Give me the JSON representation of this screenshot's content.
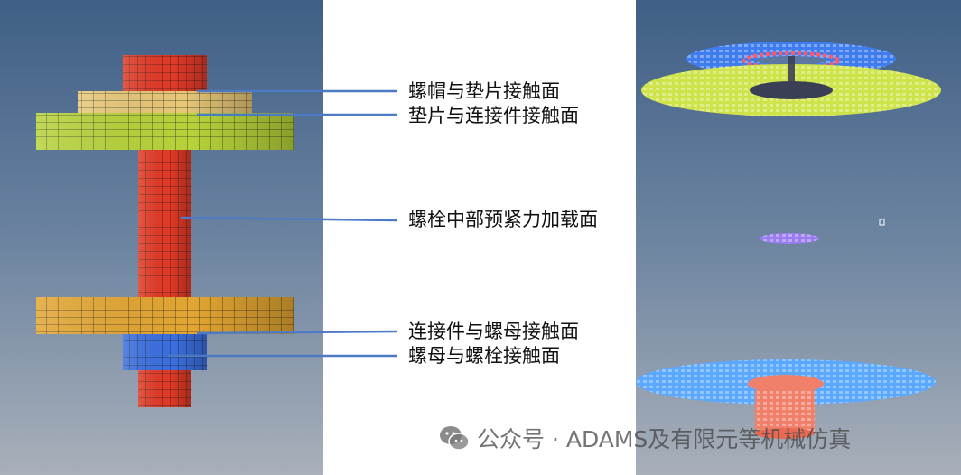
{
  "annotations": [
    {
      "text": "螺帽与垫片接触面"
    },
    {
      "text": "垫片与连接件接触面"
    },
    {
      "text": "螺栓中部预紧力加载面"
    },
    {
      "text": "连接件与螺母接触面"
    },
    {
      "text": "螺母与螺栓接触面"
    }
  ],
  "watermark": {
    "text": "公众号 · ADAMS及有限元等机械仿真",
    "icon": "wechat-icon"
  },
  "colors": {
    "bolt": "#e23a26",
    "washer_top": "#e8c878",
    "plate_top": "#b7d33a",
    "plate_bottom": "#e3a632",
    "nut": "#3b6fe0",
    "leader": "#4d7ac4",
    "contact_blue": "#5aa8ff",
    "contact_yellow": "#d7e84a",
    "contact_purple": "#9a7cf0",
    "contact_red": "#f0806a"
  }
}
